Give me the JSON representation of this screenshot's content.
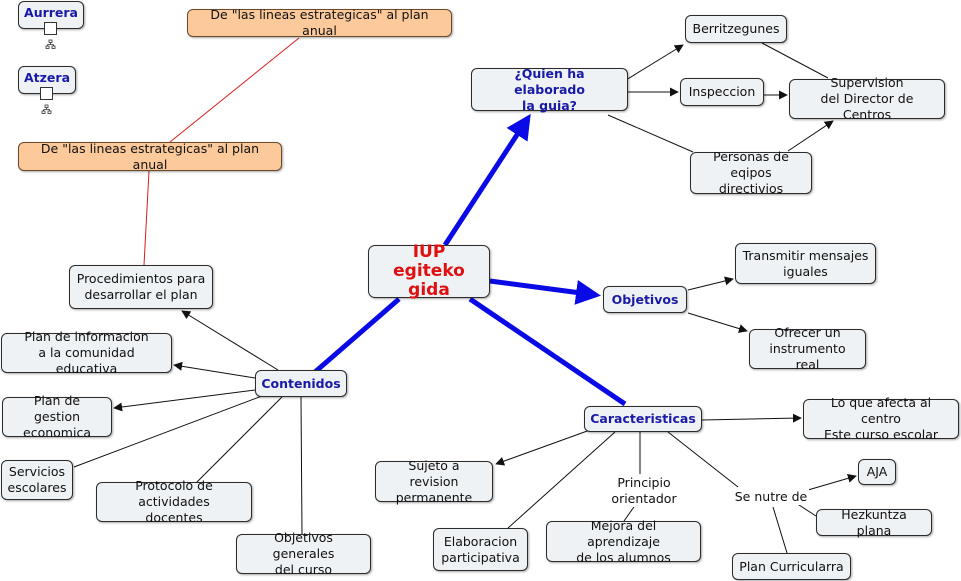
{
  "nav": {
    "aurrera": "Aurrera",
    "atzera": "Atzera",
    "icon": "map-icon"
  },
  "notes": {
    "top": "De \"las lineas estrategicas\" al plan anual",
    "left": "De \"las lineas estrategicas\" al plan anual"
  },
  "root": "IUP egiteko\ngida",
  "quien": {
    "label": "¿Quien ha elaborado\nla guia?",
    "berritzegunes": "Berritzegunes",
    "inspeccion": "Inspeccion",
    "supervision": "Supervision\ndel Director de Centros",
    "personas": "Personas de\neqipos directivios"
  },
  "objetivos": {
    "label": "Objetivos",
    "transmitir": "Transmitir mensajes\niguales",
    "ofrecer": "Ofrecer un\ninstrumento real"
  },
  "caracteristicas": {
    "label": "Caracteristicas",
    "afecta": "Lo que afecta al centro\nEste curso escolar",
    "sujeto": "Sujeto a revision\npermanente",
    "principio": "Principio\norientador",
    "mejora": "Mejora del aprendizaje\nde los alumnos",
    "elaboracion": "Elaboracion\nparticipativa",
    "nutre": "Se nutre de",
    "aja": "AJA",
    "hezkuntza": "Hezkuntza plana",
    "curricular": "Plan Curricularra"
  },
  "contenidos": {
    "label": "Contenidos",
    "procedimientos": "Procedimientos para\ndesarrollar el plan",
    "informacion": "Plan de informacion\na la comunidad educativa",
    "gestion": "Plan de gestion\neconomica",
    "servicios": "Servicios\nescolares",
    "protocolo": "Protocolo de actividades\ndocentes",
    "generales": "Objetivos generales\ndel curso"
  },
  "colors": {
    "main_link": "#0a0ae6",
    "link": "#111111",
    "note_link": "#d81e1e",
    "note_fill": "#fcc99b",
    "node_fill": "#eef2f4"
  }
}
